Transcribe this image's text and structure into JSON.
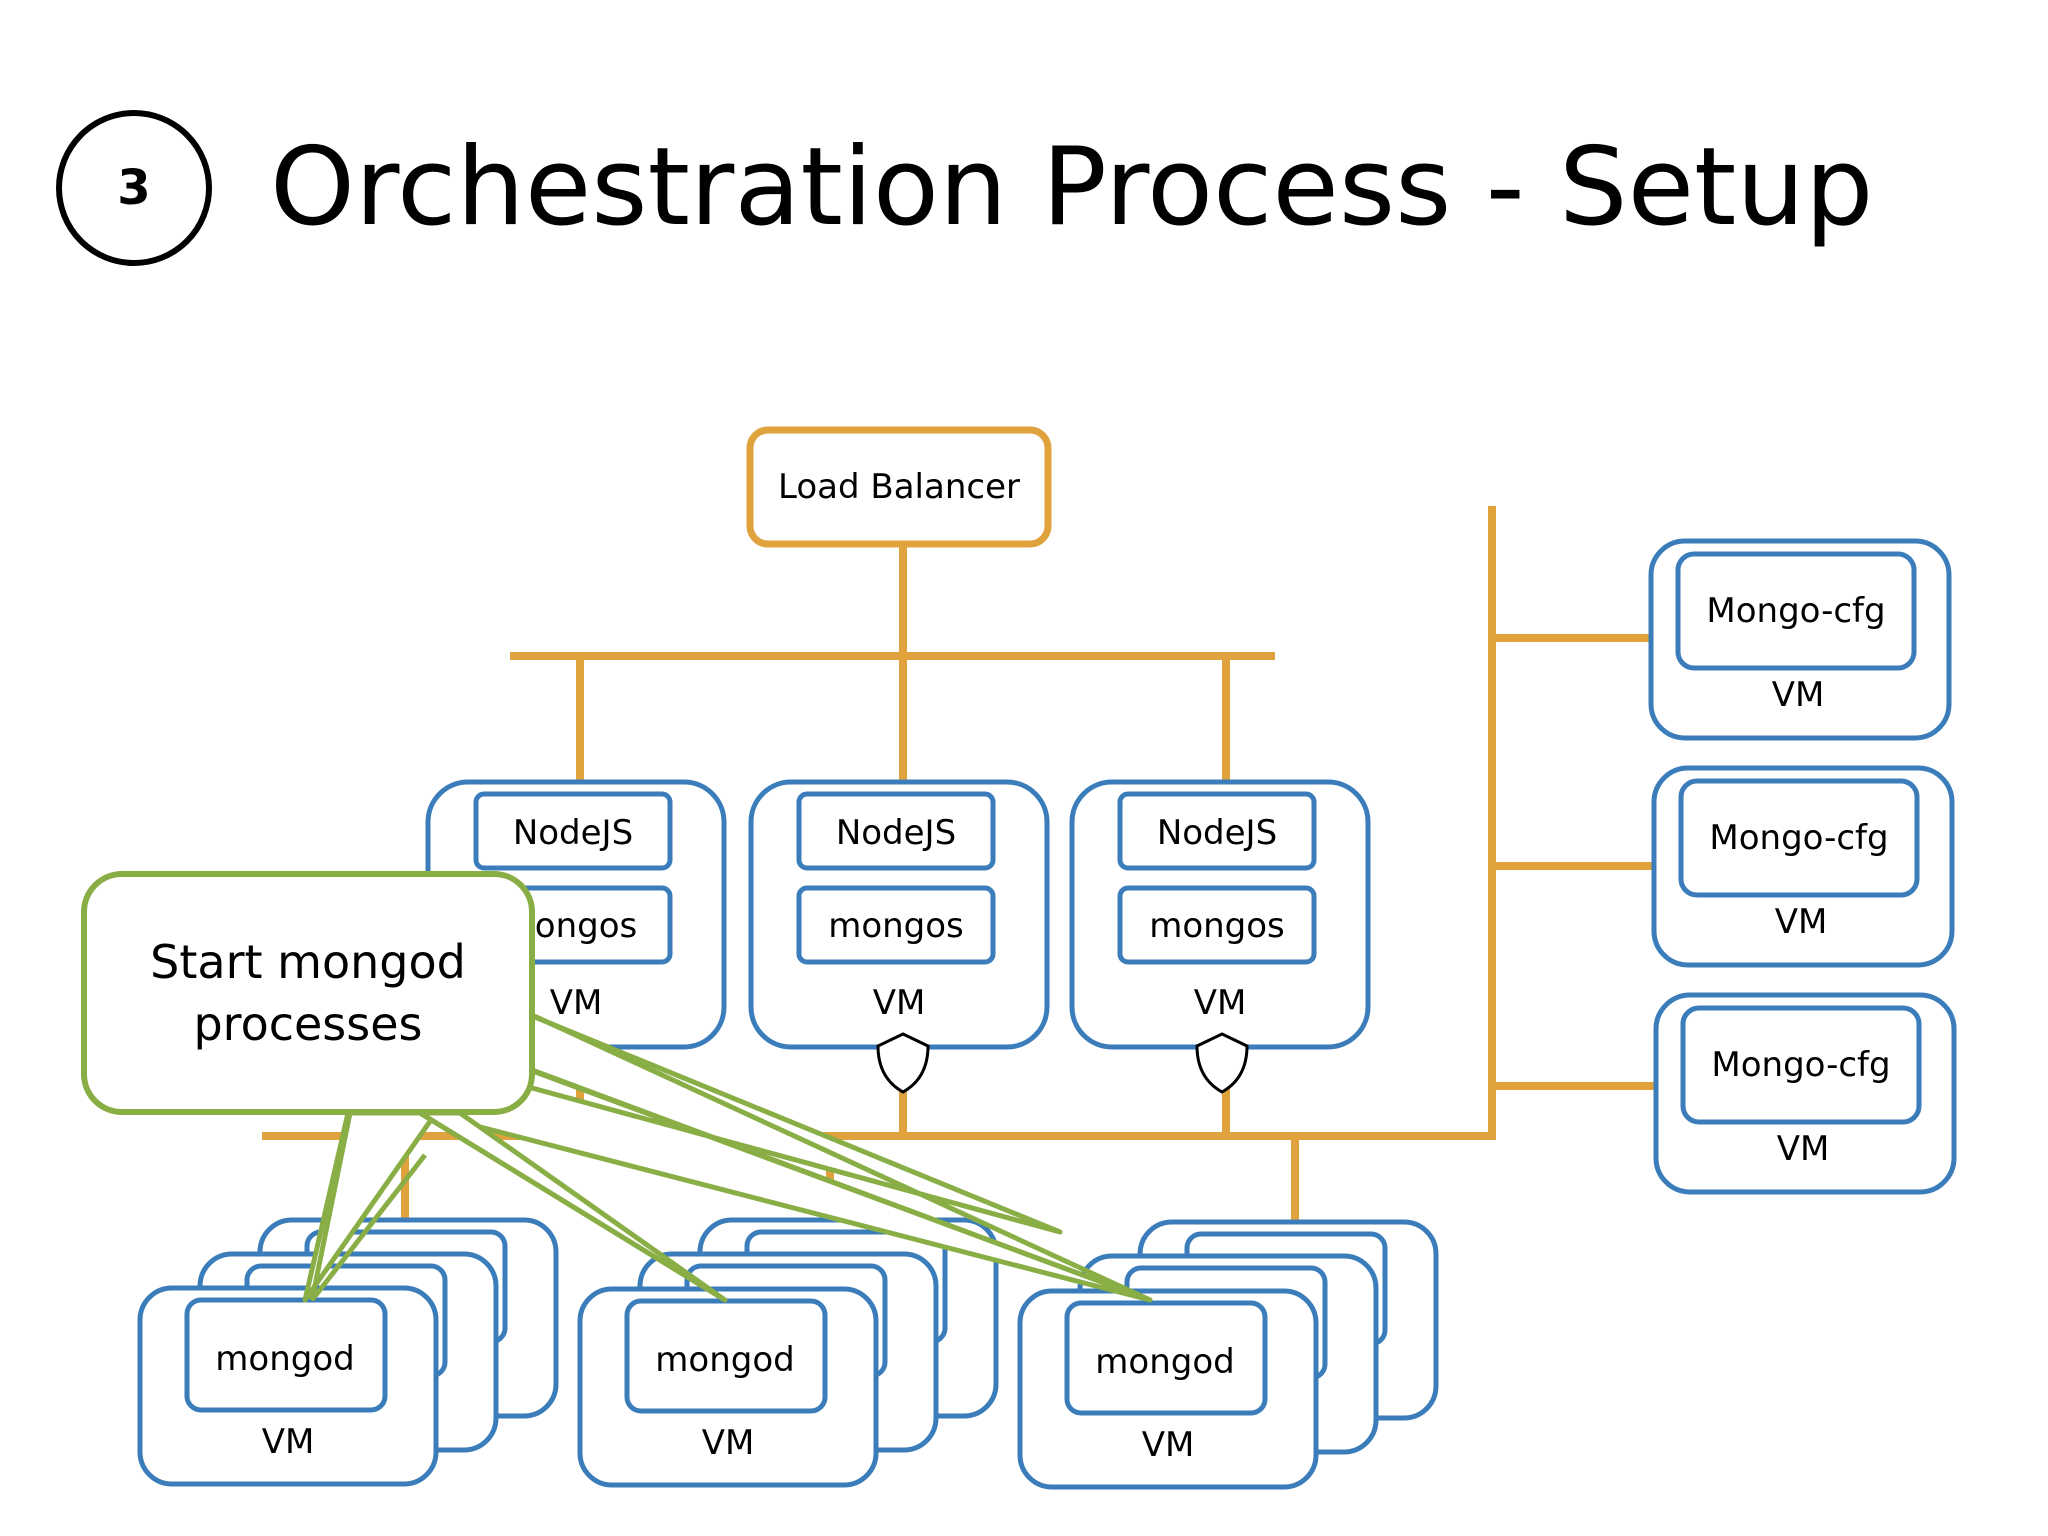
{
  "slide": {
    "step_number": "3",
    "title": "Orchestration Process - Setup"
  },
  "diagram": {
    "load_balancer": "Load Balancer",
    "app_nodes": [
      {
        "nodejs": "NodeJS",
        "mongos": "mongos",
        "vm": "VM",
        "mongos_partial": "ongos"
      },
      {
        "nodejs": "NodeJS",
        "mongos": "mongos",
        "vm": "VM"
      },
      {
        "nodejs": "NodeJS",
        "mongos": "mongos",
        "vm": "VM"
      }
    ],
    "config_nodes": [
      {
        "label": "Mongo-cfg",
        "vm": "VM"
      },
      {
        "label": "Mongo-cfg",
        "vm": "VM"
      },
      {
        "label": "Mongo-cfg",
        "vm": "VM"
      }
    ],
    "shard_nodes": [
      {
        "label": "mongod",
        "vm": "VM"
      },
      {
        "label": "mongod",
        "vm": "VM"
      },
      {
        "label": "mongod",
        "vm": "VM"
      }
    ],
    "callout": {
      "line1": "Start mongod",
      "line2": "processes"
    },
    "colors": {
      "network": "#E0A23C",
      "vm_border": "#3A7DBA",
      "callout": "#8AAE46",
      "text": "#000000"
    }
  }
}
